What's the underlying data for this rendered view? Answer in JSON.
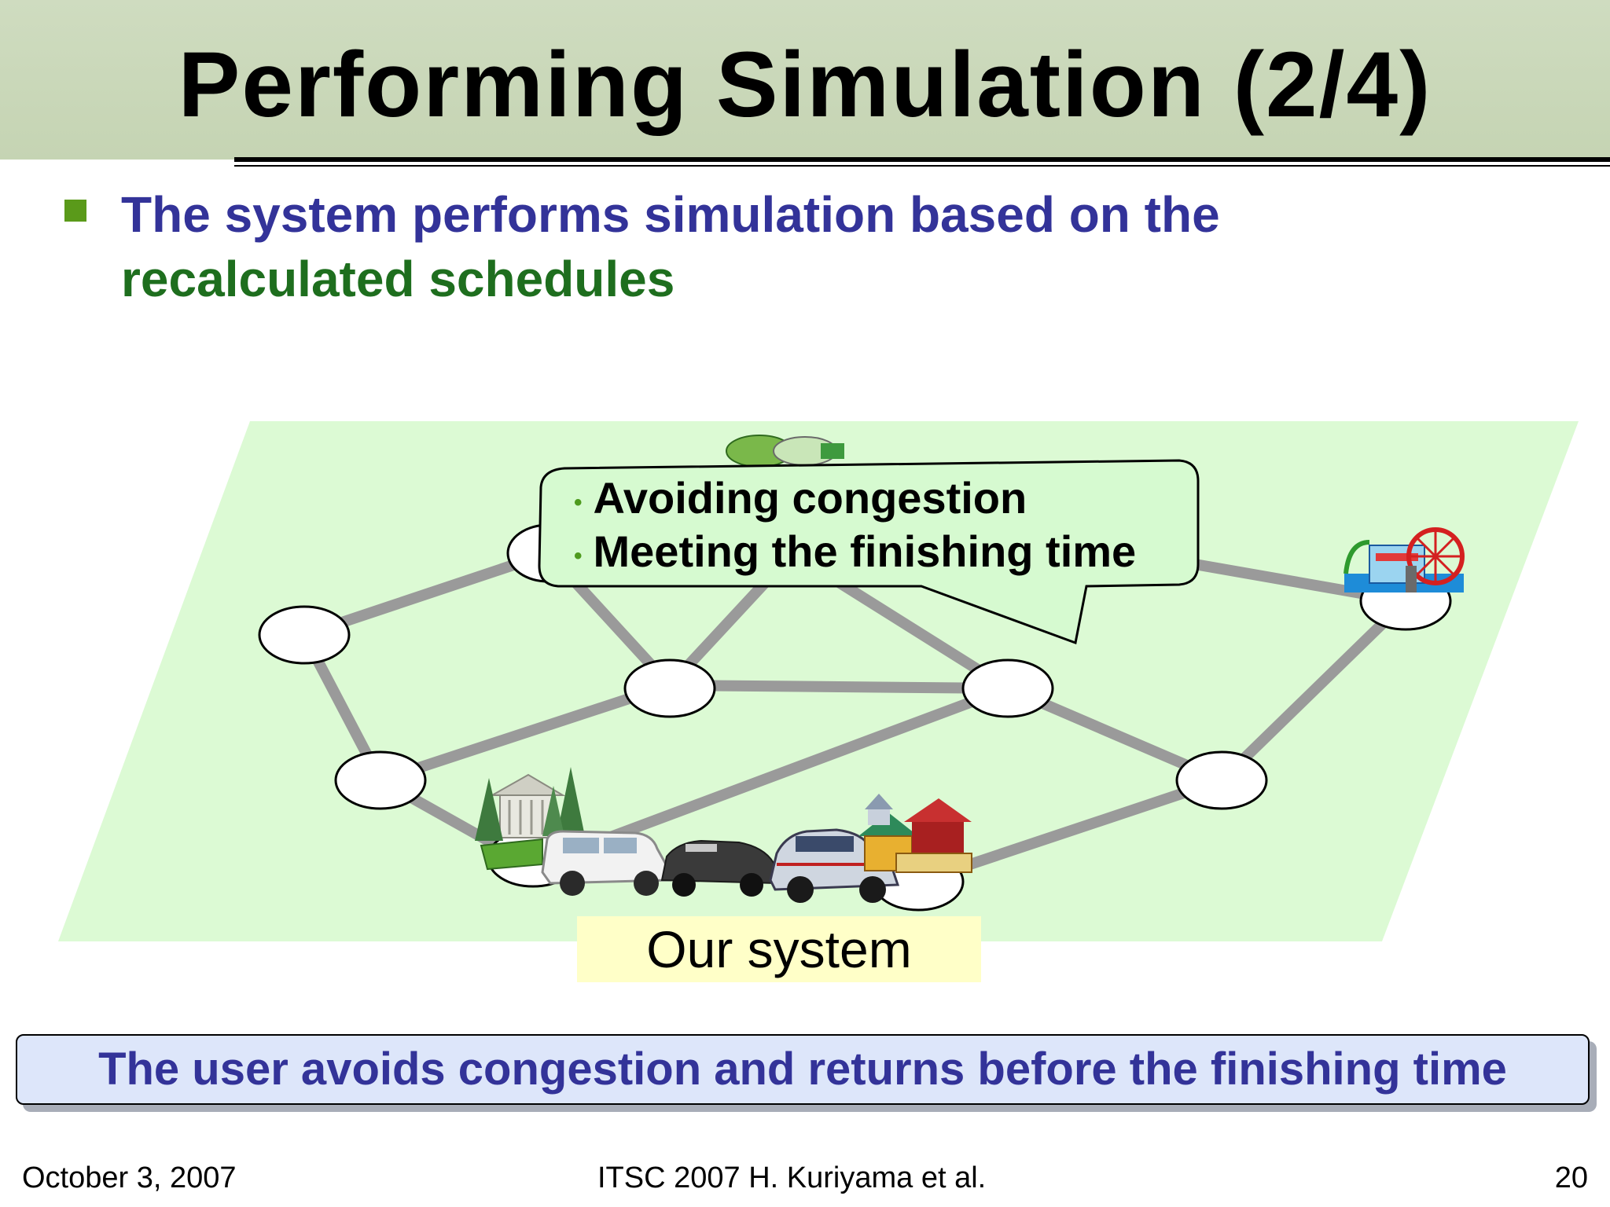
{
  "slide": {
    "title": "Performing Simulation (2/4)",
    "bullet": {
      "part1": "The system performs simulation based on the",
      "part2": "recalculated schedules"
    }
  },
  "callout": {
    "items": [
      "Avoiding congestion",
      "Meeting the finishing time"
    ]
  },
  "diagram_label": "Our system",
  "conclusion": "The user avoids congestion and returns before the finishing time",
  "footer": {
    "date": "October 3, 2007",
    "conference": "ITSC 2007 H. Kuriyama et al.",
    "page": "20"
  },
  "colors": {
    "title_bar": "#c8d6b6",
    "bullet_square": "#5a9a1a",
    "text_blue": "#333399",
    "text_green": "#1e6e1e",
    "map_fill": "#dcfad4",
    "road": "#9a9a9a",
    "callout_fill": "#d6fad0",
    "label_fill": "#ffffc8",
    "conclusion_fill": "#dde6fa"
  },
  "icons": [
    "park-museum-icon",
    "suv-car-icon",
    "convertible-car-icon",
    "sedan-car-icon",
    "temple-icon",
    "amusement-park-icon",
    "stadium-icon"
  ]
}
